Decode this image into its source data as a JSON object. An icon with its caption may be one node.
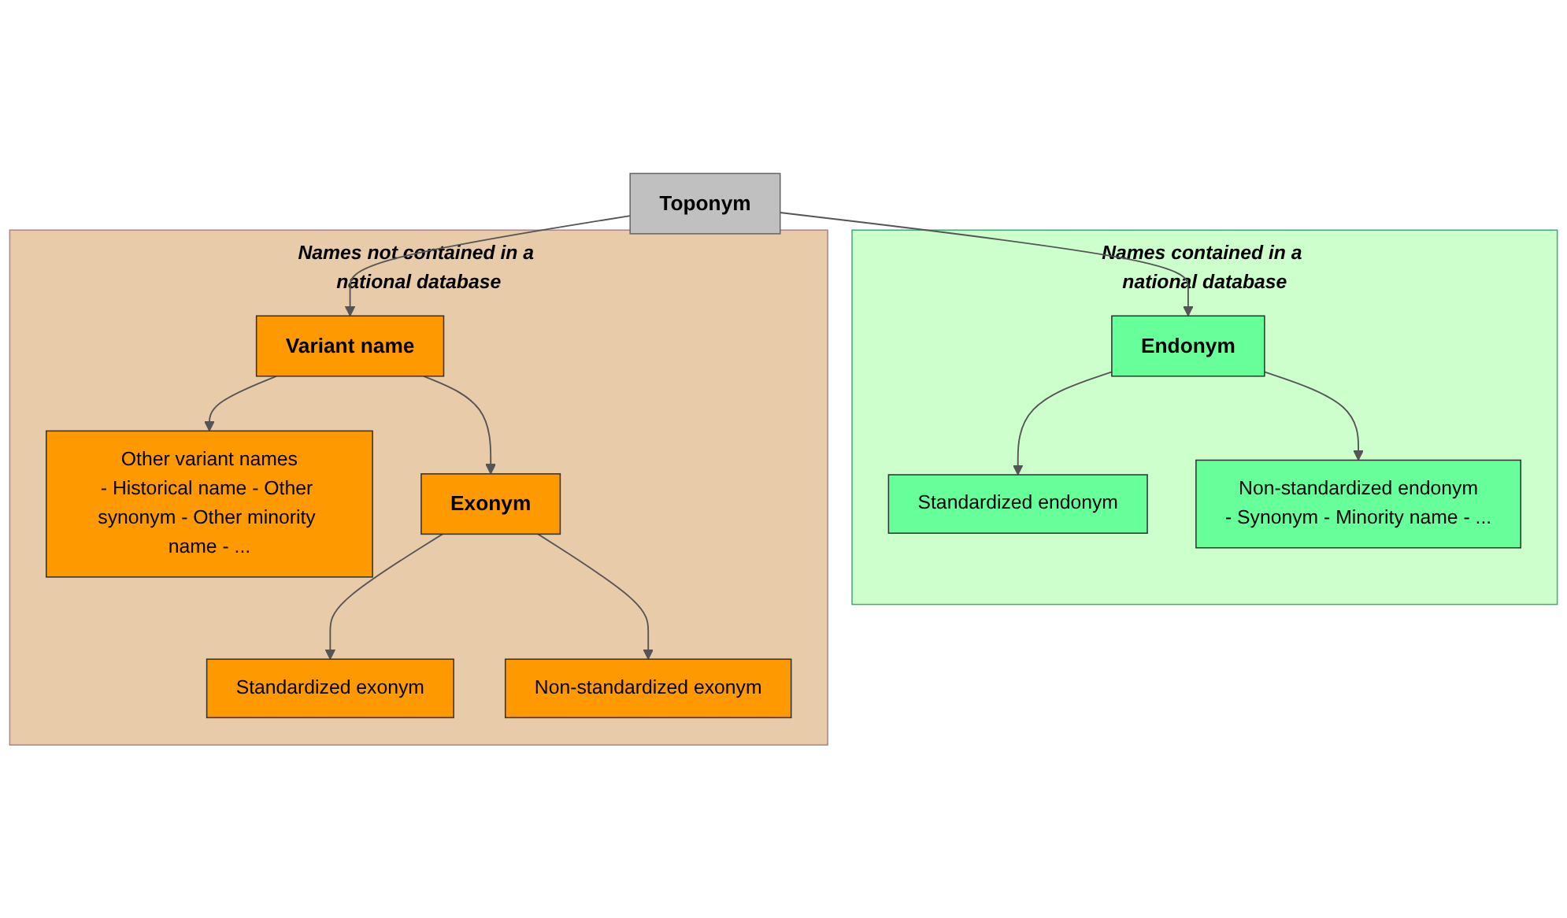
{
  "diagram": {
    "nodes": [
      {
        "text": [
          "Toponym"
        ]
      },
      {
        "text": [
          "Names contained in a national database"
        ]
      },
      {
        "text": [
          "Endonym"
        ],
        "in": 1
      },
      {
        "text": [
          "Standardized endonym"
        ],
        "in": 1
      },
      {
        "text": [
          "Non-standardized endonym",
          "- Synonym - Minority name - ..."
        ],
        "in": 1
      },
      {
        "text": [
          "Names not contained in a national database"
        ]
      },
      {
        "text": [
          "Variant name"
        ],
        "in": 5
      },
      {
        "text": [
          "Other variant names",
          "- Historical name - Other synonym - Other minority name - ..."
        ],
        "in": 5
      },
      {
        "text": [
          "Exonym"
        ],
        "in": 5
      },
      {
        "text": [
          "Standardized exonym"
        ],
        "in": 5
      },
      {
        "text": [
          "Non-standardized exonym"
        ],
        "in": 5
      }
    ],
    "edges": [
      {
        "from": 0,
        "to": 2,
        "arrow": "to"
      },
      {
        "from": 0,
        "to": 6,
        "arrow": "to"
      },
      {
        "from": 2,
        "to": 3,
        "arrow": "to"
      },
      {
        "from": 2,
        "to": 4,
        "arrow": "to"
      },
      {
        "from": 6,
        "to": 7,
        "arrow": "to"
      },
      {
        "from": 6,
        "to": 8,
        "arrow": "to"
      },
      {
        "from": 8,
        "to": 9,
        "arrow": "to"
      },
      {
        "from": 8,
        "to": 10,
        "arrow": "to"
      }
    ]
  }
}
